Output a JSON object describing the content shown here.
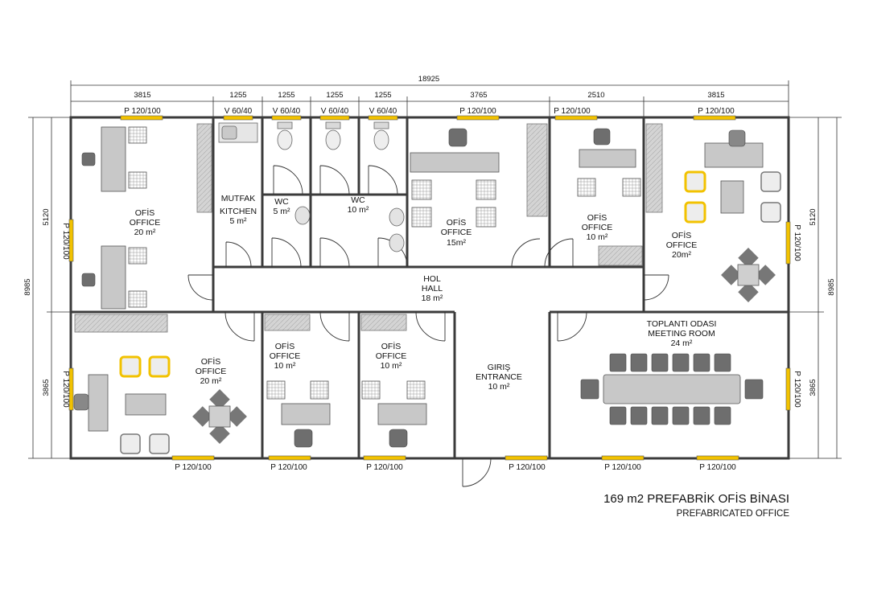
{
  "plan": {
    "title": "169 m2 PREFABRİK OFİS BİNASI",
    "subtitle": "PREFABRICATED OFFICE",
    "colors": {
      "wall": "#3b3b3b",
      "furniture": "#707070",
      "furniture_light": "#c8c8c8",
      "chair_yellow": "#f2c200",
      "window_yellow": "#f2c200",
      "background": "#ffffff"
    }
  },
  "dimensions": {
    "total_width": "18925",
    "total_depth": "8985",
    "top_segments": [
      "3815",
      "1255",
      "1255",
      "1255",
      "1255",
      "3765",
      "2510",
      "3815"
    ],
    "left_upper": "5120",
    "left_lower": "3865",
    "right_upper": "5120",
    "right_lower": "3865"
  },
  "openings": {
    "top": [
      "P 120/100",
      "V 60/40",
      "V 60/40",
      "V 60/40",
      "V 60/40",
      "P 120/100",
      "P 120/100",
      "P 120/100"
    ],
    "bottom": [
      "P 120/100",
      "P 120/100",
      "P 120/100",
      "P 120/100",
      "P 120/100",
      "P 120/100"
    ],
    "left": [
      "P 120/100",
      "P 120/100"
    ],
    "right": [
      "P 120/100",
      "P 120/100"
    ]
  },
  "rooms": [
    {
      "id": "office-1",
      "lines": [
        "OFİS",
        "OFFICE",
        "20 m²"
      ]
    },
    {
      "id": "kitchen",
      "lines": [
        "MUTFAK",
        "KITCHEN",
        "5 m²"
      ]
    },
    {
      "id": "wc-1",
      "lines": [
        "WC",
        "5 m²"
      ]
    },
    {
      "id": "wc-2",
      "lines": [
        "WC",
        "10 m²"
      ]
    },
    {
      "id": "office-2",
      "lines": [
        "OFİS",
        "OFFICE",
        "15m²"
      ]
    },
    {
      "id": "office-3",
      "lines": [
        "OFİS",
        "OFFICE",
        "10 m²"
      ]
    },
    {
      "id": "office-4",
      "lines": [
        "OFİS",
        "OFFICE",
        "20m²"
      ]
    },
    {
      "id": "hall",
      "lines": [
        "HOL",
        "HALL",
        "18 m²"
      ]
    },
    {
      "id": "office-5",
      "lines": [
        "OFİS",
        "OFFICE",
        "20 m²"
      ]
    },
    {
      "id": "office-6",
      "lines": [
        "OFİS",
        "OFFICE",
        "10 m²"
      ]
    },
    {
      "id": "office-7",
      "lines": [
        "OFİS",
        "OFFICE",
        "10 m²"
      ]
    },
    {
      "id": "entrance",
      "lines": [
        "GIRIŞ",
        "ENTRANCE",
        "10 m²"
      ]
    },
    {
      "id": "meeting-room",
      "lines": [
        "TOPLANTI ODASI",
        "MEETING ROOM",
        "24 m²"
      ]
    }
  ]
}
